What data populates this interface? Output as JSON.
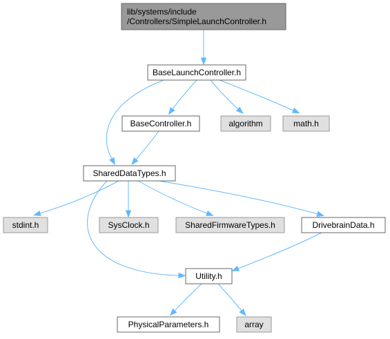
{
  "diagram": {
    "colors": {
      "root_fill": "#999999",
      "node_fill": "#ffffff",
      "external_fill": "#e0e0e0",
      "border": "#666666",
      "external_border": "#999999",
      "edge": "#63b8ff"
    },
    "nodes": [
      {
        "id": "root",
        "lines": [
          "lib/systems/include",
          "/Controllers/SimpleLaunchController.h"
        ],
        "kind": "root"
      },
      {
        "id": "base_launch",
        "lines": [
          "BaseLaunchController.h"
        ],
        "kind": "file"
      },
      {
        "id": "base_controller",
        "lines": [
          "BaseController.h"
        ],
        "kind": "file"
      },
      {
        "id": "algorithm",
        "lines": [
          "algorithm"
        ],
        "kind": "external"
      },
      {
        "id": "math",
        "lines": [
          "math.h"
        ],
        "kind": "external"
      },
      {
        "id": "shared_data",
        "lines": [
          "SharedDataTypes.h"
        ],
        "kind": "file"
      },
      {
        "id": "stdint",
        "lines": [
          "stdint.h"
        ],
        "kind": "external"
      },
      {
        "id": "sysclock",
        "lines": [
          "SysClock.h"
        ],
        "kind": "external"
      },
      {
        "id": "shared_fw",
        "lines": [
          "SharedFirmwareTypes.h"
        ],
        "kind": "external"
      },
      {
        "id": "drivebrain",
        "lines": [
          "DrivebrainData.h"
        ],
        "kind": "file"
      },
      {
        "id": "utility",
        "lines": [
          "Utility.h"
        ],
        "kind": "file"
      },
      {
        "id": "physical",
        "lines": [
          "PhysicalParameters.h"
        ],
        "kind": "file"
      },
      {
        "id": "array",
        "lines": [
          "array"
        ],
        "kind": "external"
      }
    ],
    "edges": [
      {
        "from": "root",
        "to": "base_launch"
      },
      {
        "from": "base_launch",
        "to": "base_controller"
      },
      {
        "from": "base_launch",
        "to": "shared_data"
      },
      {
        "from": "base_launch",
        "to": "algorithm"
      },
      {
        "from": "base_launch",
        "to": "math"
      },
      {
        "from": "base_controller",
        "to": "shared_data"
      },
      {
        "from": "shared_data",
        "to": "stdint"
      },
      {
        "from": "shared_data",
        "to": "sysclock"
      },
      {
        "from": "shared_data",
        "to": "shared_fw"
      },
      {
        "from": "shared_data",
        "to": "drivebrain"
      },
      {
        "from": "shared_data",
        "to": "utility"
      },
      {
        "from": "drivebrain",
        "to": "utility"
      },
      {
        "from": "utility",
        "to": "physical"
      },
      {
        "from": "utility",
        "to": "array"
      }
    ]
  }
}
